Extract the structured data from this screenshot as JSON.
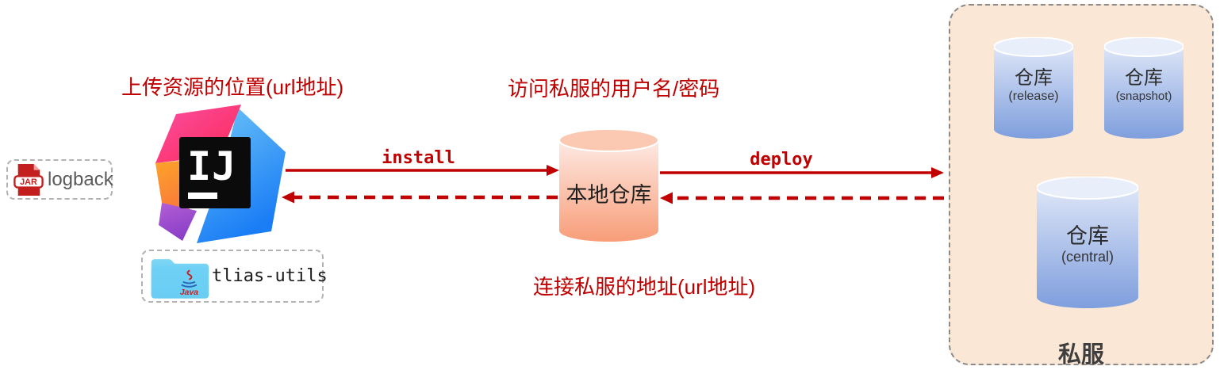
{
  "colors": {
    "accent_red": "#c00000",
    "private_server_bg": "#fae7d6",
    "dashed_border_gray": "#8a8a8a",
    "blue_cylinder_top": "#dde5f7",
    "blue_cylinder_bottom": "#7e9edd",
    "orange_cylinder_top": "#fdeae4",
    "orange_cylinder_bottom": "#f89d78"
  },
  "annotations": {
    "upload_location": "上传资源的位置(url地址)",
    "credentials": "访问私服的用户名/密码",
    "connect_url": "连接私服的地址(url地址)"
  },
  "jar_item": {
    "badge": "JAR",
    "label": "logback"
  },
  "project_item": {
    "badge": "Java",
    "label": "tlias-utils"
  },
  "ide": {
    "monogram": "IJ"
  },
  "local_repo": {
    "label": "本地仓库"
  },
  "arrows": {
    "install_label": "install",
    "deploy_label": "deploy"
  },
  "private_server": {
    "label": "私服",
    "repos": [
      {
        "name": "仓库",
        "variant": "(release)"
      },
      {
        "name": "仓库",
        "variant": "(snapshot)"
      },
      {
        "name": "仓库",
        "variant": "(central)"
      }
    ]
  }
}
